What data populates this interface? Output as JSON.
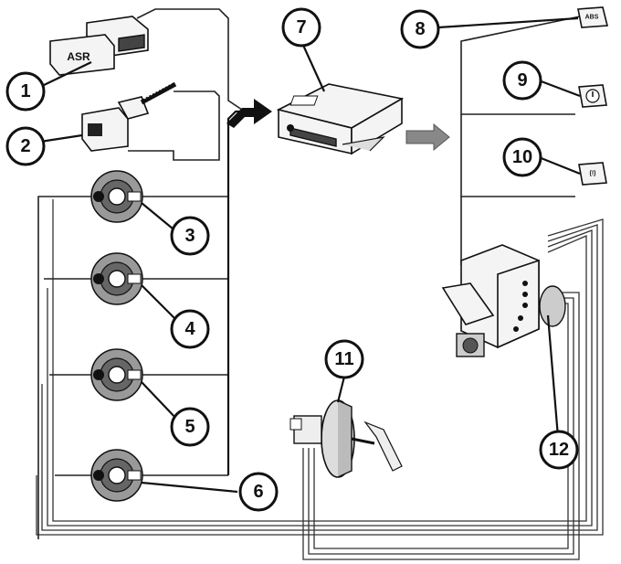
{
  "diagram": {
    "callouts": [
      {
        "id": "c1",
        "label": "1"
      },
      {
        "id": "c2",
        "label": "2"
      },
      {
        "id": "c3",
        "label": "3"
      },
      {
        "id": "c4",
        "label": "4"
      },
      {
        "id": "c5",
        "label": "5"
      },
      {
        "id": "c6",
        "label": "6"
      },
      {
        "id": "c7",
        "label": "7"
      },
      {
        "id": "c8",
        "label": "8"
      },
      {
        "id": "c9",
        "label": "9"
      },
      {
        "id": "c10",
        "label": "10"
      },
      {
        "id": "c11",
        "label": "11"
      },
      {
        "id": "c12",
        "label": "12"
      }
    ],
    "switch_label": "ASR",
    "abs_lamp_label": "ABS",
    "lamp_10_label": "(!)"
  }
}
